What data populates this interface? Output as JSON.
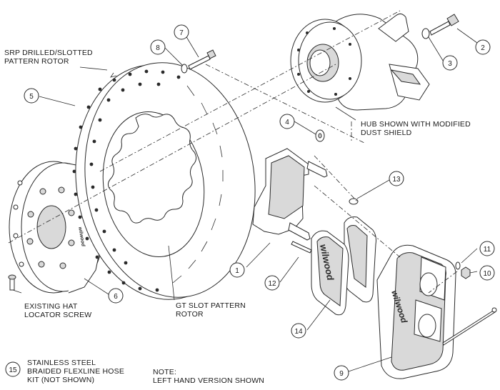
{
  "callouts": [
    {
      "num": "1"
    },
    {
      "num": "2"
    },
    {
      "num": "3"
    },
    {
      "num": "4"
    },
    {
      "num": "5"
    },
    {
      "num": "6"
    },
    {
      "num": "7"
    },
    {
      "num": "8"
    },
    {
      "num": "9"
    },
    {
      "num": "10"
    },
    {
      "num": "11"
    },
    {
      "num": "12"
    },
    {
      "num": "13"
    },
    {
      "num": "14"
    },
    {
      "num": "15"
    }
  ],
  "labels": {
    "rotor_top": [
      "SRP DRILLED/SLOTTED",
      "PATTERN ROTOR"
    ],
    "hub": [
      "HUB SHOWN WITH MODIFIED",
      "DUST SHIELD"
    ],
    "hat_screw": [
      "EXISTING HAT",
      "LOCATOR SCREW"
    ],
    "gt_slot": [
      "GT SLOT PATTERN",
      "ROTOR"
    ],
    "hose": [
      "STAINLESS STEEL",
      "BRAIDED FLEXLINE HOSE",
      "KIT (NOT SHOWN)"
    ],
    "note": [
      "NOTE:",
      "LEFT HAND VERSION SHOWN"
    ]
  },
  "brand_marks": {
    "pad": "wilwood",
    "caliper": "wilwood",
    "hat": "wilwood"
  }
}
